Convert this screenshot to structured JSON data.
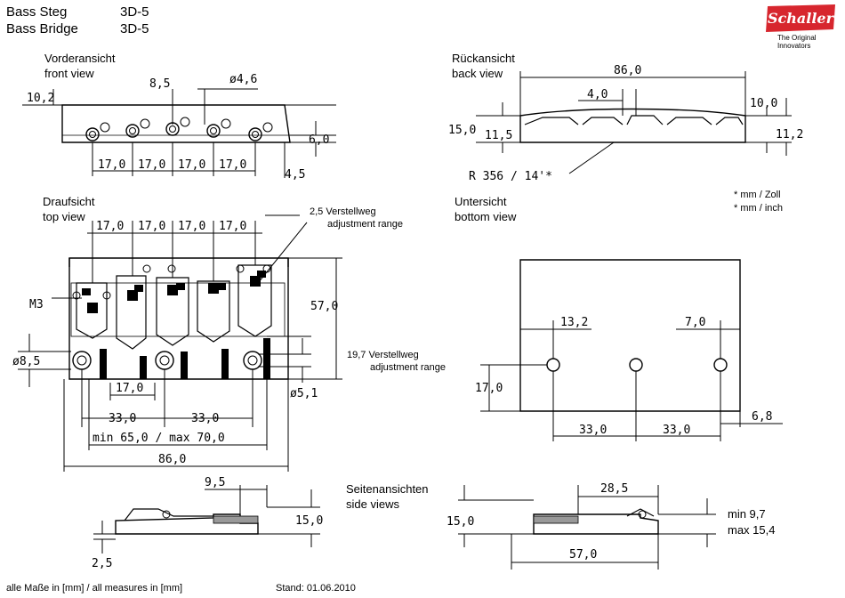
{
  "header": {
    "title_de": "Bass Steg",
    "title_en": "Bass Bridge",
    "model": "3D-5",
    "model2": "3D-5"
  },
  "brand": {
    "logo_text": "Schaller",
    "tagline": "The Original Innovators",
    "logo_color": "#d7262e"
  },
  "views": {
    "front_de": "Vorderansicht",
    "front_en": "front view",
    "back_de": "Rückansicht",
    "back_en": "back view",
    "top_de": "Draufsicht",
    "top_en": "top view",
    "bottom_de": "Untersicht",
    "bottom_en": "bottom view",
    "side_de": "Seitenansichten",
    "side_en": "side views"
  },
  "notes": {
    "unit_mm_zoll": "* mm / Zoll",
    "unit_mm_inch": "* mm / inch",
    "adj_range_25_de": "2,5 Verstellweg",
    "adj_range_25_en": "adjustment range",
    "adj_range_197_de": "19,7 Verstellweg",
    "adj_range_197_en": "adjustment range",
    "footer_units": "alle Maße in [mm] / all measures in [mm]",
    "footer_date": "Stand: 01.06.2010"
  },
  "dimensions": {
    "front": {
      "d1": "10,2",
      "d2": "8,5",
      "d3": "ø4,6",
      "d4": "17,0",
      "d5": "17,0",
      "d6": "17,0",
      "d7": "17,0",
      "d8": "6,0",
      "d9": "4,5"
    },
    "back": {
      "d1": "86,0",
      "d2": "4,0",
      "d3": "10,0",
      "d4": "15,0",
      "d5": "11,5",
      "d6": "11,2",
      "radius": "R 356 / 14'*"
    },
    "top": {
      "d1": "17,0",
      "d2": "17,0",
      "d3": "17,0",
      "d4": "17,0",
      "m3": "M3",
      "d5": "57,0",
      "d6": "ø8,5",
      "d7": "17,0",
      "d8": "ø5,1",
      "d9": "33,0",
      "d10": "33,0",
      "d11": "min 65,0 / max 70,0",
      "d12": "86,0"
    },
    "bottom": {
      "d1": "13,2",
      "d2": "7,0",
      "d3": "17,0",
      "d4": "6,8",
      "d5": "33,0",
      "d6": "33,0"
    },
    "side": {
      "d1": "9,5",
      "d2": "15,0",
      "d3": "2,5",
      "d4": "28,5",
      "d5": "15,0",
      "d6": "min 9,7",
      "d7": "max 15,4",
      "d8": "57,0"
    }
  }
}
